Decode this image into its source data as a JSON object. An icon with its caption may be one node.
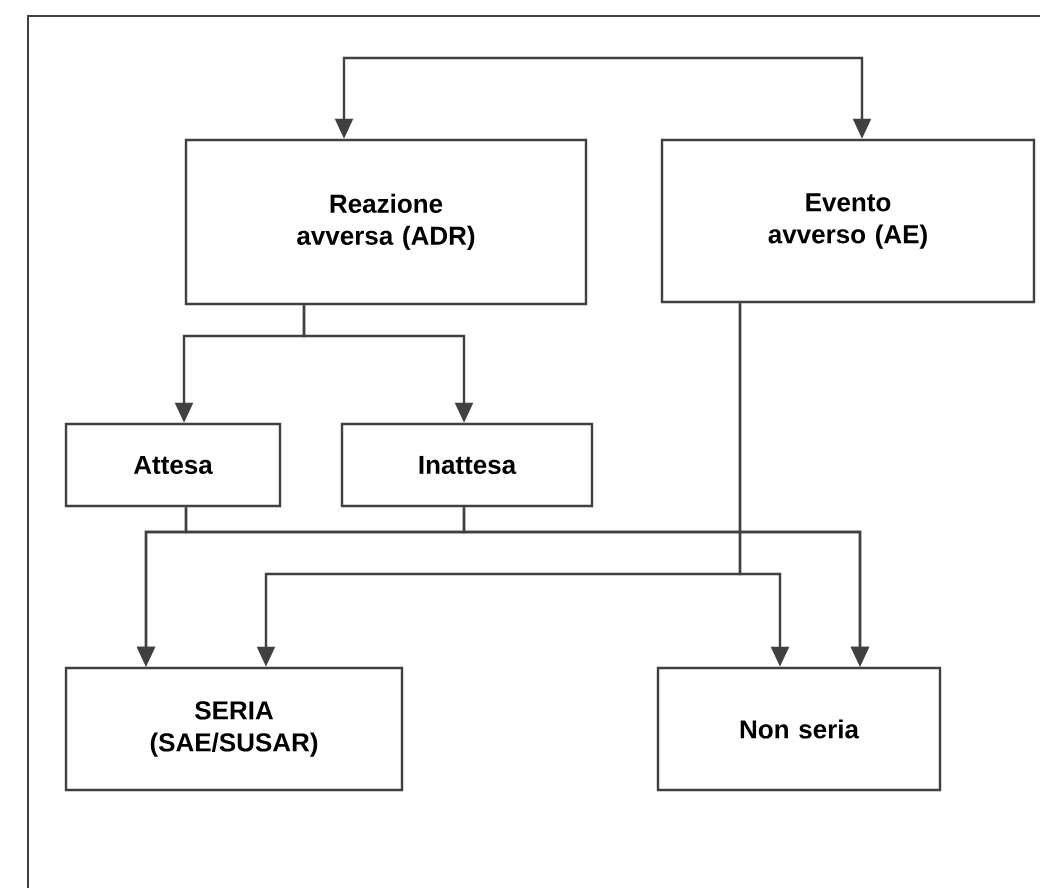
{
  "diagram": {
    "nodes": [
      {
        "text": [
          "Reazione avversa (ADR)"
        ]
      },
      {
        "text": [
          "Evento avverso (AE)"
        ]
      },
      {
        "text": [
          "Attesa"
        ]
      },
      {
        "text": [
          "Inattesa"
        ]
      },
      {
        "text": [
          "SERIA (SAE/SUSAR)"
        ]
      },
      {
        "text": [
          "Non seria"
        ]
      }
    ],
    "edges": [
      {
        "from": 0,
        "to": 1,
        "arrow": "both"
      },
      {
        "from": 0,
        "to": 2,
        "arrow": "to"
      },
      {
        "from": 0,
        "to": 3,
        "arrow": "to"
      },
      {
        "from": 2,
        "to": 4,
        "arrow": "to"
      },
      {
        "from": 2,
        "to": 5,
        "arrow": "to"
      },
      {
        "from": 3,
        "to": 4,
        "arrow": "to"
      },
      {
        "from": 3,
        "to": 5,
        "arrow": "to"
      },
      {
        "from": 1,
        "to": 4,
        "arrow": "to"
      },
      {
        "from": 1,
        "to": 5,
        "arrow": "to"
      }
    ]
  }
}
